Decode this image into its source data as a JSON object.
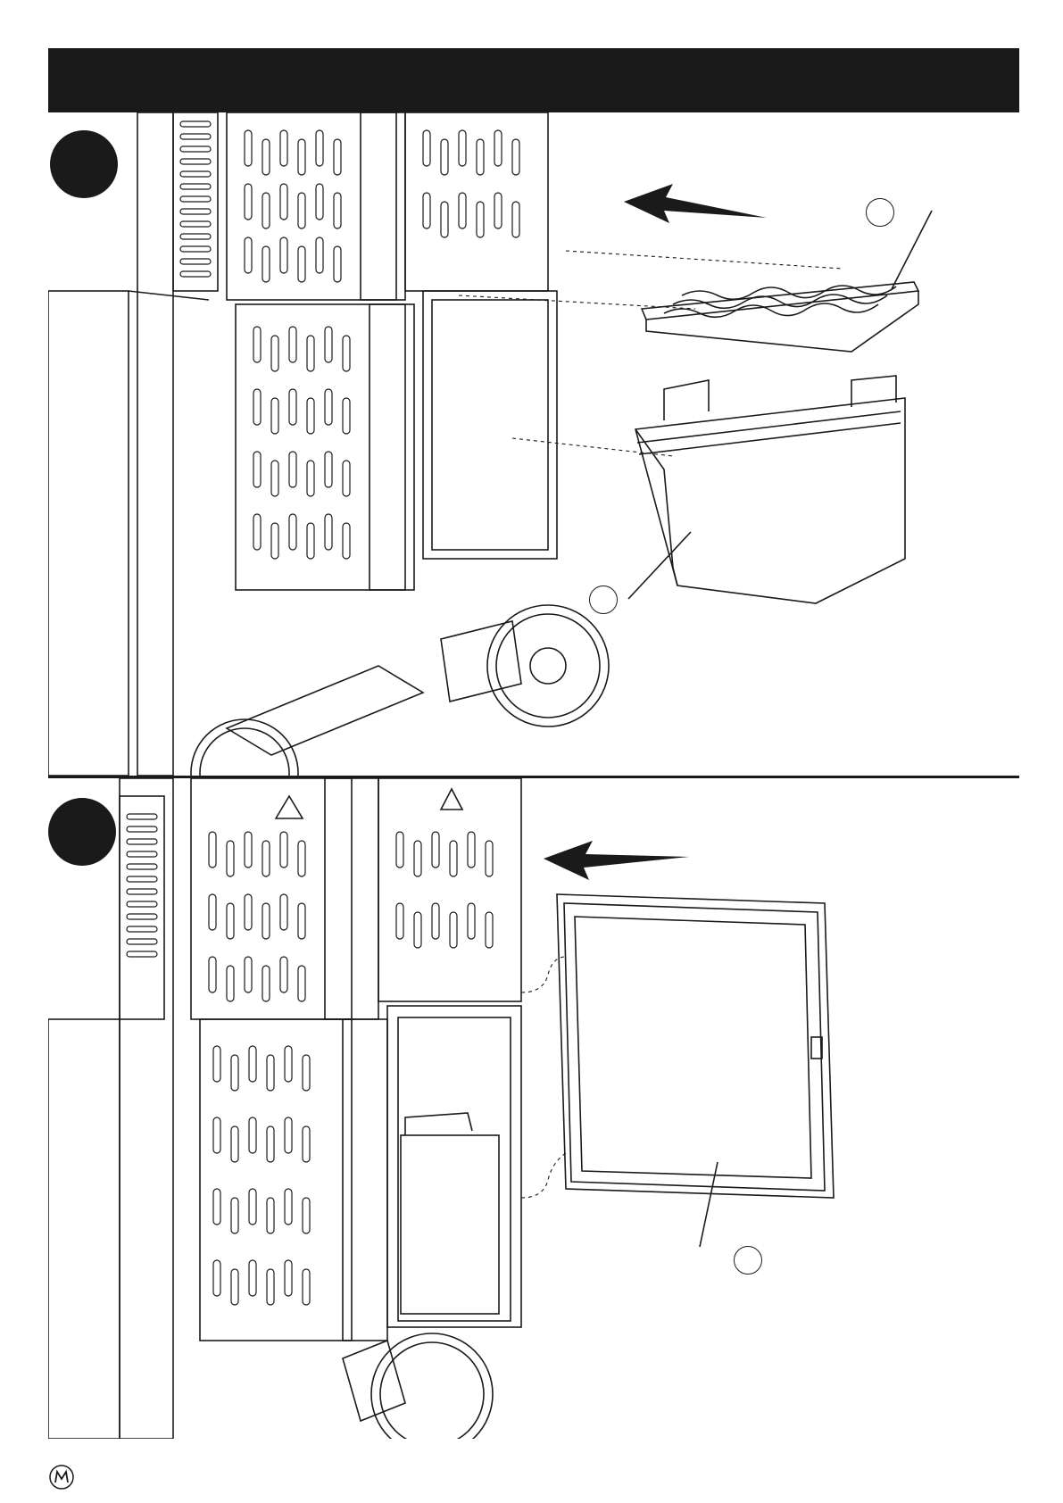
{
  "page": {
    "header_bar_color": "#1a1a1a",
    "line_color": "#1a1a1a"
  },
  "steps": [
    {
      "badge_name": "step-badge-1",
      "arrow": "arrow-left-icon",
      "parts": [
        "grease-tray",
        "grease-bucket"
      ]
    },
    {
      "badge_name": "step-badge-2",
      "arrow": "arrow-left-icon",
      "parts": [
        "cabinet-door"
      ]
    }
  ],
  "logo": {
    "icon": "m-logo-icon"
  }
}
